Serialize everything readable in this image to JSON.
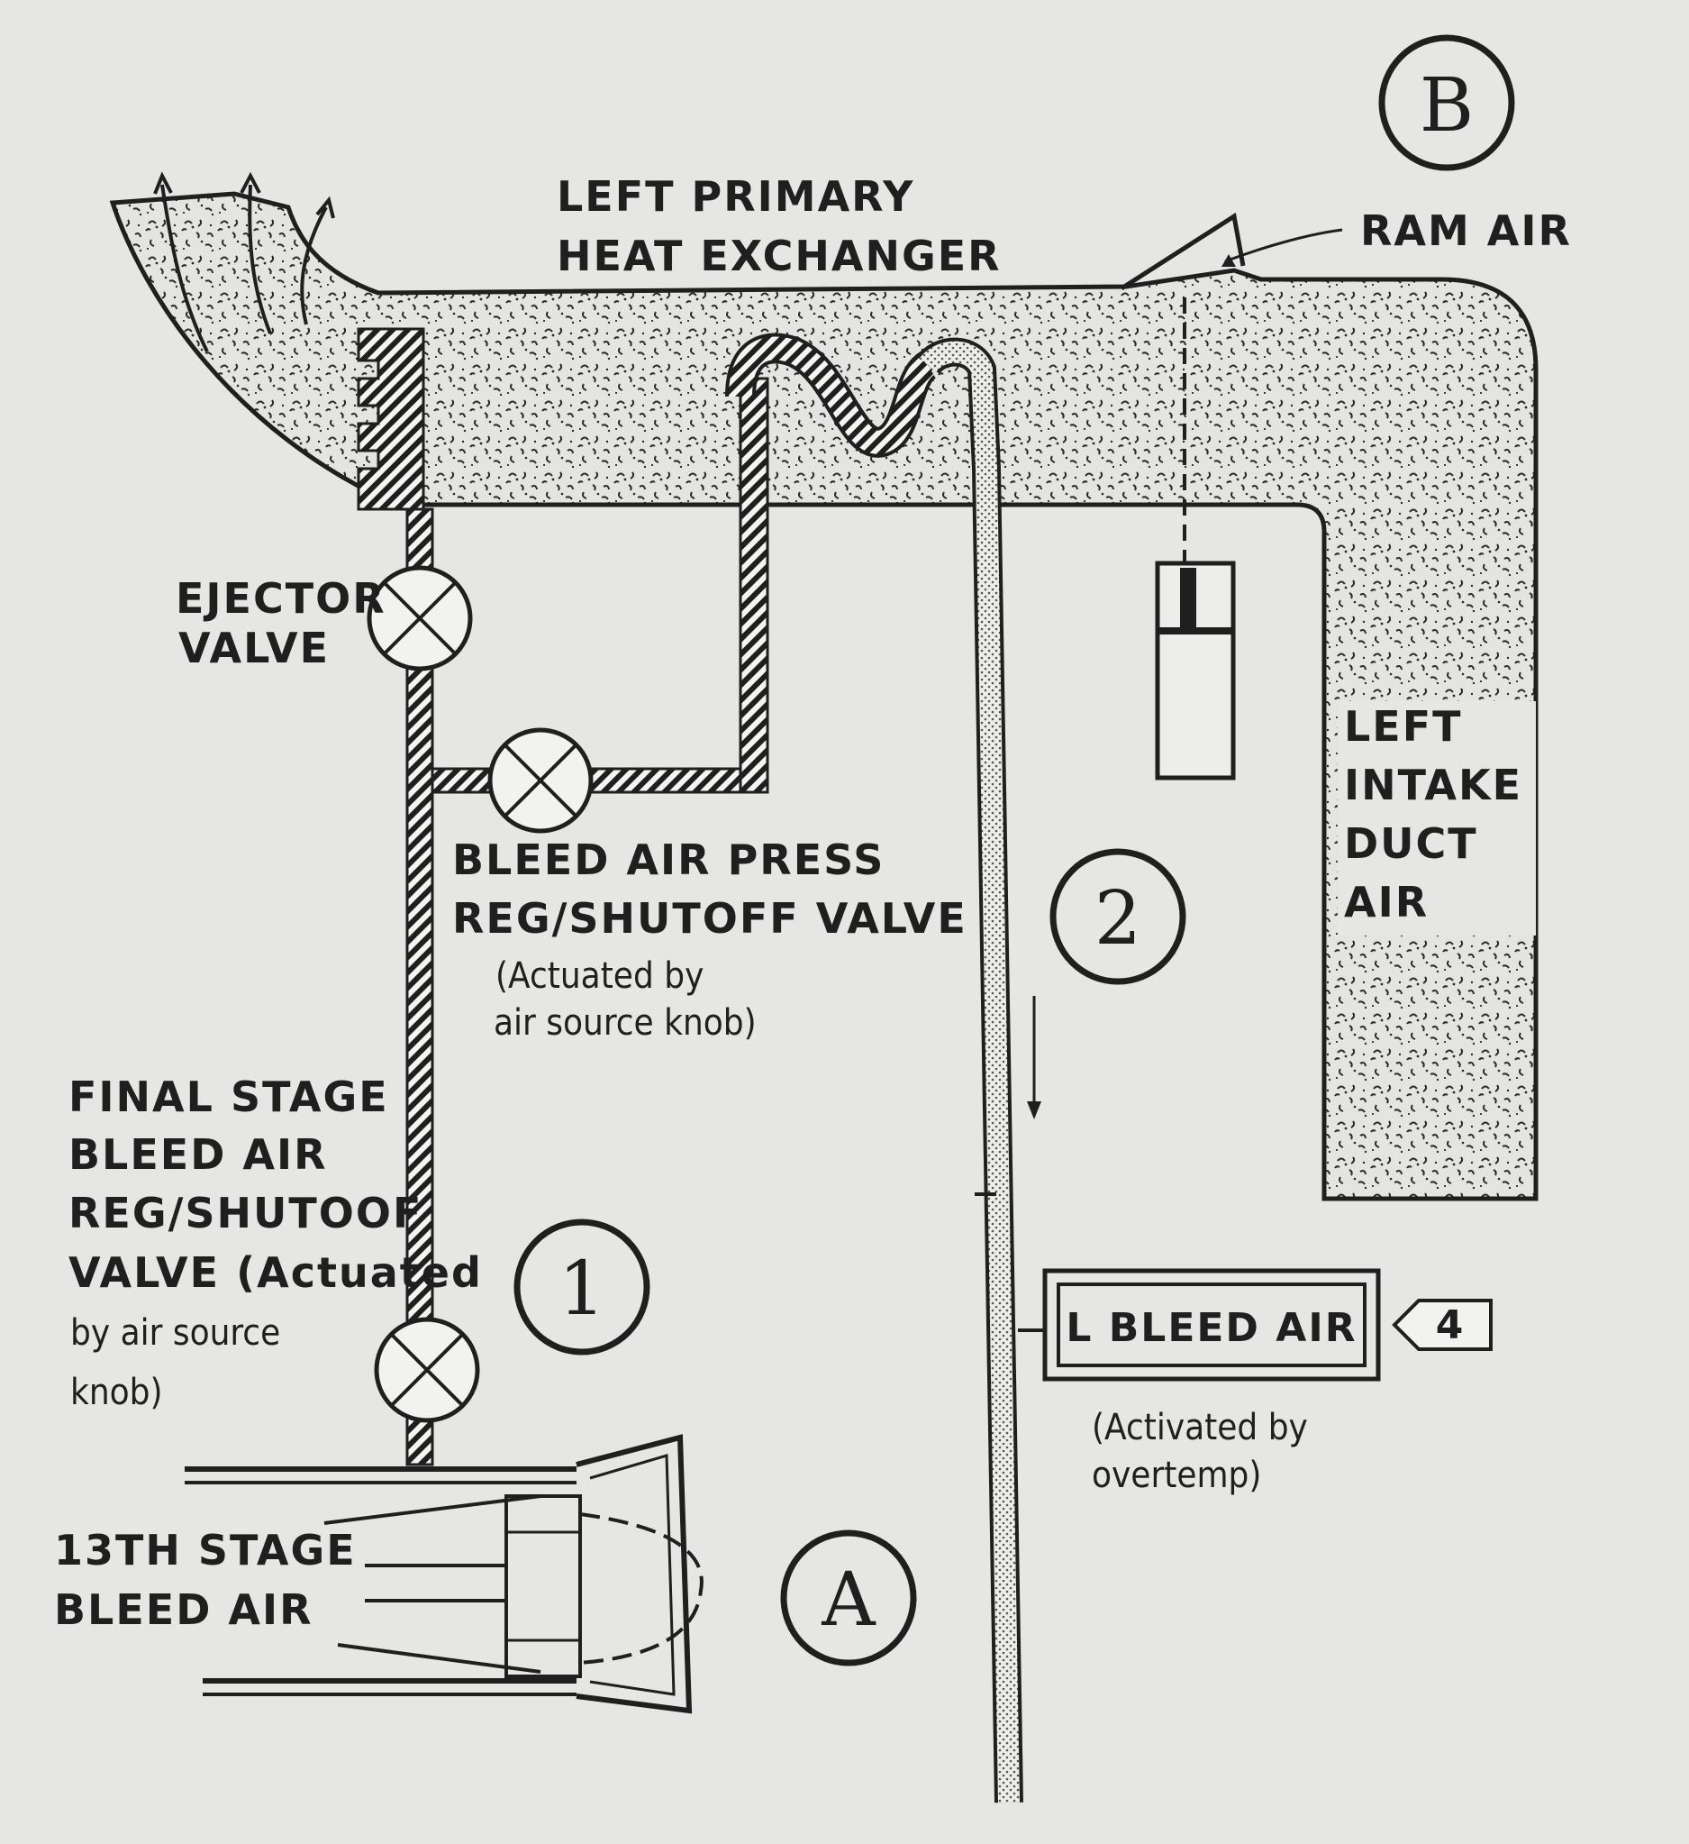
{
  "labels": {
    "heat_exchanger": [
      "LEFT PRIMARY",
      "HEAT EXCHANGER"
    ],
    "ram_air": "RAM AIR",
    "ejector_valve": [
      "EJECTOR",
      "VALVE"
    ],
    "intake_duct": [
      "LEFT",
      "INTAKE",
      "DUCT",
      "AIR"
    ],
    "bleed_press_valve": [
      "BLEED AIR PRESS",
      "REG/SHUTOFF VALVE"
    ],
    "bleed_press_note": [
      "(Actuated by",
      "air source knob)"
    ],
    "final_stage": [
      "FINAL STAGE",
      "BLEED AIR",
      "REG/SHUTOOF",
      "VALVE (Actuated",
      "by air source",
      "knob)"
    ],
    "thirteenth_stage": [
      "13TH STAGE",
      "BLEED AIR"
    ],
    "caution_light": "L BLEED AIR",
    "caution_note": [
      "(Activated by",
      "overtemp)"
    ],
    "tag": "4"
  },
  "markers": {
    "a": "A",
    "b": "B",
    "one": "1",
    "two": "2"
  },
  "colors": {
    "background": "#e6e7e4",
    "ink": "#1f1f1f",
    "stipple": "#c9cac6"
  }
}
